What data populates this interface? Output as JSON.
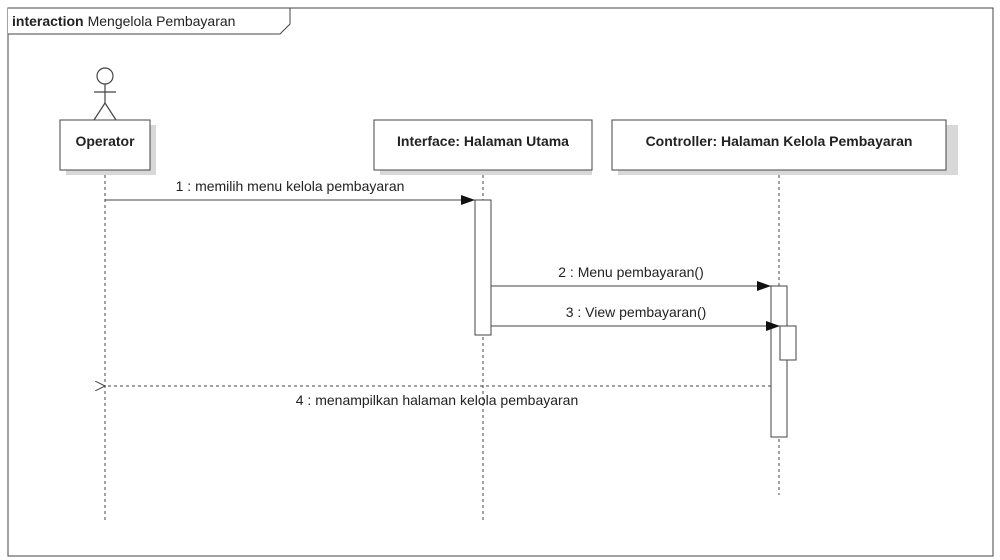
{
  "frame": {
    "keyword": "interaction",
    "name": "Mengelola Pembayaran"
  },
  "lifelines": [
    {
      "id": "operator",
      "label": "Operator",
      "kind": "actor"
    },
    {
      "id": "interface",
      "label": "Interface: Halaman Utama",
      "kind": "object"
    },
    {
      "id": "controller",
      "label": "Controller: Halaman Kelola Pembayaran",
      "kind": "object"
    }
  ],
  "messages": [
    {
      "seq": 1,
      "from": "operator",
      "to": "interface",
      "label": "1 : memilih menu kelola pembayaran",
      "style": "sync"
    },
    {
      "seq": 2,
      "from": "interface",
      "to": "controller",
      "label": "2 : Menu pembayaran()",
      "style": "sync"
    },
    {
      "seq": 3,
      "from": "interface",
      "to": "controller",
      "label": "3 : View pembayaran()",
      "style": "sync"
    },
    {
      "seq": 4,
      "from": "controller",
      "to": "operator",
      "label": "4 : menampilkan halaman kelola pembayaran",
      "style": "return"
    }
  ],
  "colors": {
    "line": "#444444",
    "box_fill": "#ffffff",
    "box_shadow": "#d8d8d8",
    "text": "#222222"
  }
}
